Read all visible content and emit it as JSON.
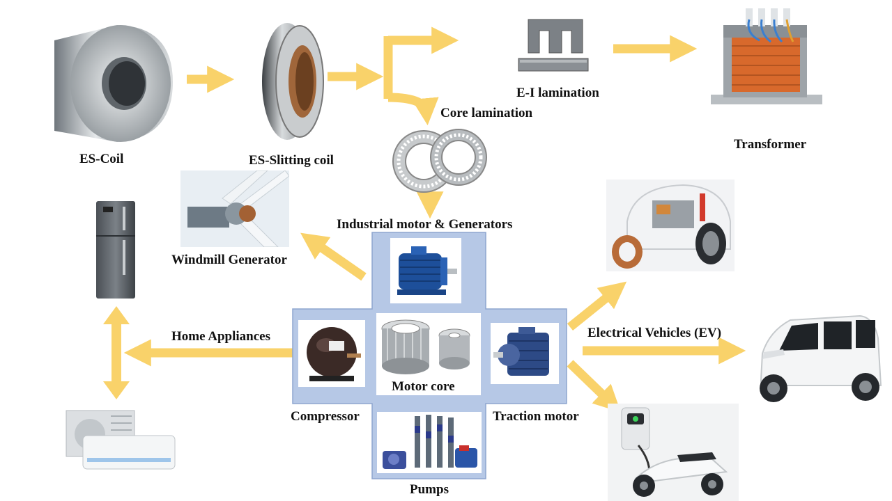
{
  "labels": {
    "es_coil": "ES-Coil",
    "es_slitting_coil": "ES-Slitting coil",
    "ei_lamination": "E-I lamination",
    "core_lamination": "Core lamination",
    "transformer": "Transformer",
    "industrial_motor": "Industrial motor & Generators",
    "windmill_generator": "Windmill Generator",
    "home_appliances": "Home Appliances",
    "motor_core": "Motor core",
    "compressor": "Compressor",
    "traction_motor": "Traction motor",
    "electrical_vehicles": "Electrical Vehicles (EV)",
    "pumps": "Pumps"
  },
  "colors": {
    "arrow": "#f9d26a",
    "cross_panel": "#b6c8e6",
    "cross_border": "#8ea5cf",
    "text": "#111111"
  }
}
